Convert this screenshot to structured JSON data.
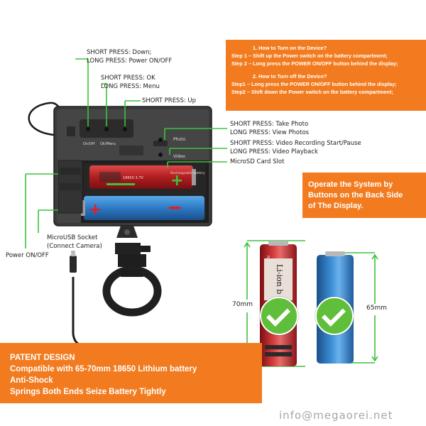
{
  "labels": {
    "short_down": "SHORT PRESS: Down;",
    "long_power": "LONG PRESS: Power ON/OFF",
    "short_ok": "SHORT PRESS: OK",
    "long_menu": "LONG PRESS: Menu",
    "short_up": "SHORT PRESS: Up",
    "take_photo": "SHORT PRESS: Take Photo",
    "view_photos": "LONG PRESS: View Photos",
    "video_rec": "SHORT PRESS: Video Recording Start/Pause",
    "video_play": "LONG PRESS: Video Playback",
    "sd_slot": "MicroSD Card Slot",
    "usb_socket_1": "MicroUSB Socket",
    "usb_socket_2": "(Connect Camera)",
    "power_onoff": "Power ON/OFF"
  },
  "device": {
    "btn_onoff": "On/Off",
    "btn_okmenu": "Ok/Menu",
    "btn_photo": "Photo",
    "btn_video": "Video"
  },
  "instructions": {
    "turn_on_title": "1.      How to Turn on the Device?",
    "turn_on_step1": "Step 1 – Shift up the Power switch on the battery compartment;",
    "turn_on_step2": "Step 2 – Long press the POWER ON/OFF button behind the display;",
    "turn_off_title": "2.      How to Turn off the Device?",
    "turn_off_step1": "Step1 – Long press the POWER ON/OFF button behind the display;",
    "turn_off_step2": "Step2 – Shift down the Power switch on the battery compartment;"
  },
  "operate": {
    "line1": "Operate the System by",
    "line2": "Buttons on the Back Side",
    "line3": "of The Display."
  },
  "batteries": {
    "label_70": "70mm",
    "label_65": "65mm",
    "red_text": "Li-ion b"
  },
  "patent": {
    "line1": "PATENT DESIGN",
    "line2": "Compatible with 65-70mm 18650 Lithium battery",
    "line3": "Anti-Shock",
    "line4": "Springs Both Ends Seize Battery Tightly"
  },
  "watermark": "info@megaorei.net",
  "colors": {
    "accent_orange": "#f27b1f",
    "line_green": "#3cc33c",
    "battery_red": "#c8282a",
    "battery_blue": "#2e7fc8"
  }
}
